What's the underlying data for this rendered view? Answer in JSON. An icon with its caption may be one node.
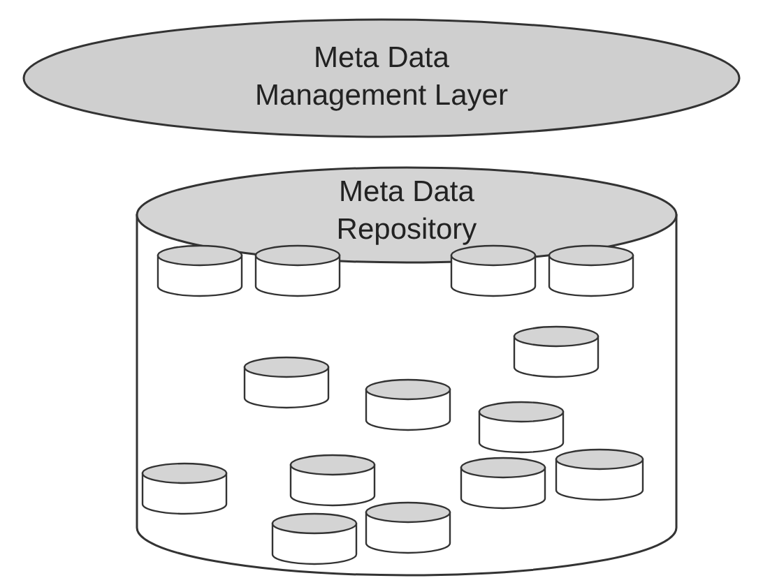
{
  "diagram": {
    "nodes": [
      {
        "text": [
          "Meta Data Management Layer"
        ]
      },
      {
        "text": [
          "Meta Data Repository"
        ]
      },
      {
        "text": [],
        "shape": "cylinder",
        "in": 1
      },
      {
        "text": [],
        "shape": "cylinder",
        "in": 1
      },
      {
        "text": [],
        "shape": "cylinder",
        "in": 1
      },
      {
        "text": [],
        "shape": "cylinder",
        "in": 1
      },
      {
        "text": [],
        "shape": "cylinder",
        "in": 1
      },
      {
        "text": [],
        "shape": "cylinder",
        "in": 1
      },
      {
        "text": [],
        "shape": "cylinder",
        "in": 1
      },
      {
        "text": [],
        "shape": "cylinder",
        "in": 1
      },
      {
        "text": [],
        "shape": "cylinder",
        "in": 1
      },
      {
        "text": [],
        "shape": "cylinder",
        "in": 1
      },
      {
        "text": [],
        "shape": "cylinder",
        "in": 1
      },
      {
        "text": [],
        "shape": "cylinder",
        "in": 1
      },
      {
        "text": [],
        "shape": "cylinder",
        "in": 1
      },
      {
        "text": [],
        "shape": "cylinder",
        "in": 1
      }
    ]
  }
}
